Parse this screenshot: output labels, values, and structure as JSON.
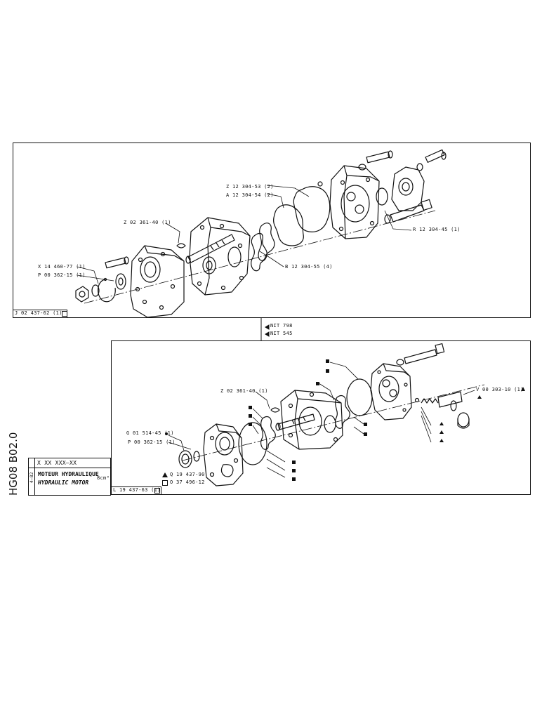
{
  "upper_assembly": {
    "labels": {
      "z_12_304_53": "Z 12 304-53 (2)",
      "a_12_304_54": "A 12 304-54 (2)",
      "z_02_361_40": "Z 02 361-40 (1)",
      "x_14_460_77": "X 14 460-77 (1)",
      "p_00_362_15": "P 00 362-15 (1)",
      "b_12_304_55": "B 12 304-55 (4)",
      "r_12_304_45": "R 12 304-45 (1)"
    },
    "kit_ref": "J 02 437-62 (1)"
  },
  "connector_notes": {
    "nit_798": "NIT 798",
    "nit_545": "NIT 545"
  },
  "lower_assembly": {
    "labels": {
      "z_02_361_40": "Z 02 361-40 (1)",
      "g_01_514_45": "G 01 514-45 (1)",
      "p_00_362_15": "P 00 362-15 (1)",
      "v_00_303_10": "V 00 303-10 (1)"
    },
    "kit_refs": {
      "q": "Q 19 437-90",
      "o": "O 37 496-12",
      "l": "L 19 437-63 (1)"
    }
  },
  "title_block": {
    "code_line": "X XX   XXX–XX",
    "title_fr": "MOTEUR HYDRAULIQUE",
    "title_en": "HYDRAULIC MOTOR",
    "displacement": "8cm³",
    "side_mark": "4–82"
  },
  "page_code": "HG08  B02.0"
}
